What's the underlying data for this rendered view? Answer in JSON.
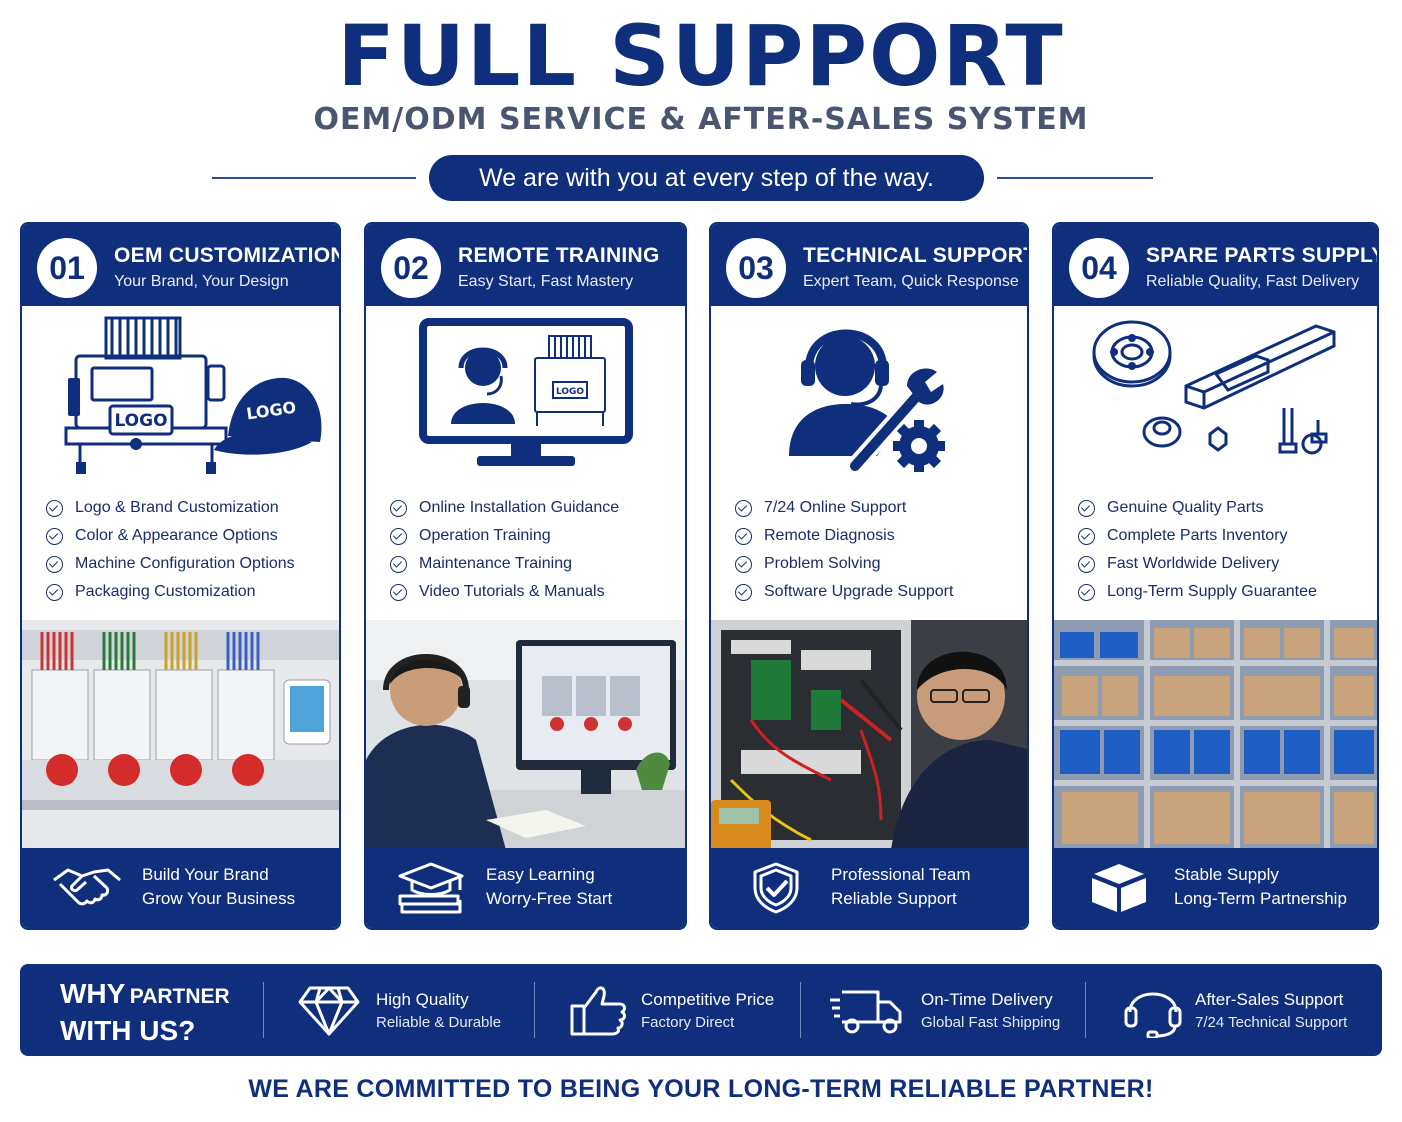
{
  "header": {
    "title": "FULL SUPPORT",
    "subtitle": "OEM/ODM SERVICE & AFTER-SALES SYSTEM",
    "tagline": "We are with you at every step of the way."
  },
  "cards": [
    {
      "number": "01",
      "title": "OEM CUSTOMIZATION",
      "tagline": "Your Brand, Your Design",
      "illustration": "embroidery-machine-and-cap-icon",
      "illustration_text": [
        "LOGO",
        "LOGO"
      ],
      "features": [
        "Logo & Brand Customization",
        "Color & Appearance Options",
        "Machine Configuration Options",
        "Packaging Customization"
      ],
      "photo": "multi-head-embroidery-machine-photo",
      "footer_icon": "handshake-icon",
      "footer_line1": "Build Your Brand",
      "footer_line2": "Grow Your Business"
    },
    {
      "number": "02",
      "title": "REMOTE TRAINING",
      "tagline": "Easy Start, Fast Mastery",
      "illustration": "monitor-with-headset-trainer-icon",
      "illustration_text": [
        "LOGO"
      ],
      "features": [
        "Online Installation Guidance",
        "Operation Training",
        "Maintenance Training",
        "Video Tutorials & Manuals"
      ],
      "photo": "engineer-remote-training-photo",
      "footer_icon": "graduation-cap-book-icon",
      "footer_line1": "Easy Learning",
      "footer_line2": "Worry-Free Start"
    },
    {
      "number": "03",
      "title": "TECHNICAL SUPPORT",
      "tagline": "Expert Team, Quick Response",
      "illustration": "support-agent-wrench-gear-icon",
      "illustration_text": [],
      "features": [
        "7/24 Online Support",
        "Remote Diagnosis",
        "Problem Solving",
        "Software Upgrade Support"
      ],
      "photo": "technician-testing-electrical-cabinet-photo",
      "footer_icon": "shield-check-icon",
      "footer_line1": "Professional Team",
      "footer_line2": "Reliable Support"
    },
    {
      "number": "04",
      "title": "SPARE PARTS SUPPLY",
      "tagline": "Reliable Quality, Fast Delivery",
      "illustration": "bearing-rail-bolts-icon",
      "illustration_text": [],
      "features": [
        "Genuine Quality Parts",
        "Complete Parts Inventory",
        "Fast Worldwide Delivery",
        "Long-Term Supply Guarantee"
      ],
      "photo": "warehouse-shelves-photo",
      "footer_icon": "box-icon",
      "footer_line1": "Stable Supply",
      "footer_line2": "Long-Term Partnership"
    }
  ],
  "why": {
    "title_big1": "WHY",
    "title_small": "PARTNER",
    "title_big2": "WITH US?",
    "items": [
      {
        "icon": "diamond-icon",
        "line1": "High Quality",
        "line2": "Reliable & Durable"
      },
      {
        "icon": "thumbs-up-icon",
        "line1": "Competitive Price",
        "line2": "Factory Direct"
      },
      {
        "icon": "delivery-truck-icon",
        "line1": "On-Time Delivery",
        "line2": "Global Fast Shipping"
      },
      {
        "icon": "headset-icon",
        "line1": "After-Sales Support",
        "line2": "7/24 Technical Support"
      }
    ]
  },
  "closing": "WE ARE COMMITTED TO BEING YOUR LONG-TERM RELIABLE PARTNER!",
  "colors": {
    "navy": "#0f2e7c",
    "text_dark": "#1a2d6b",
    "subtitle_gray": "#4a5670",
    "white": "#ffffff"
  }
}
